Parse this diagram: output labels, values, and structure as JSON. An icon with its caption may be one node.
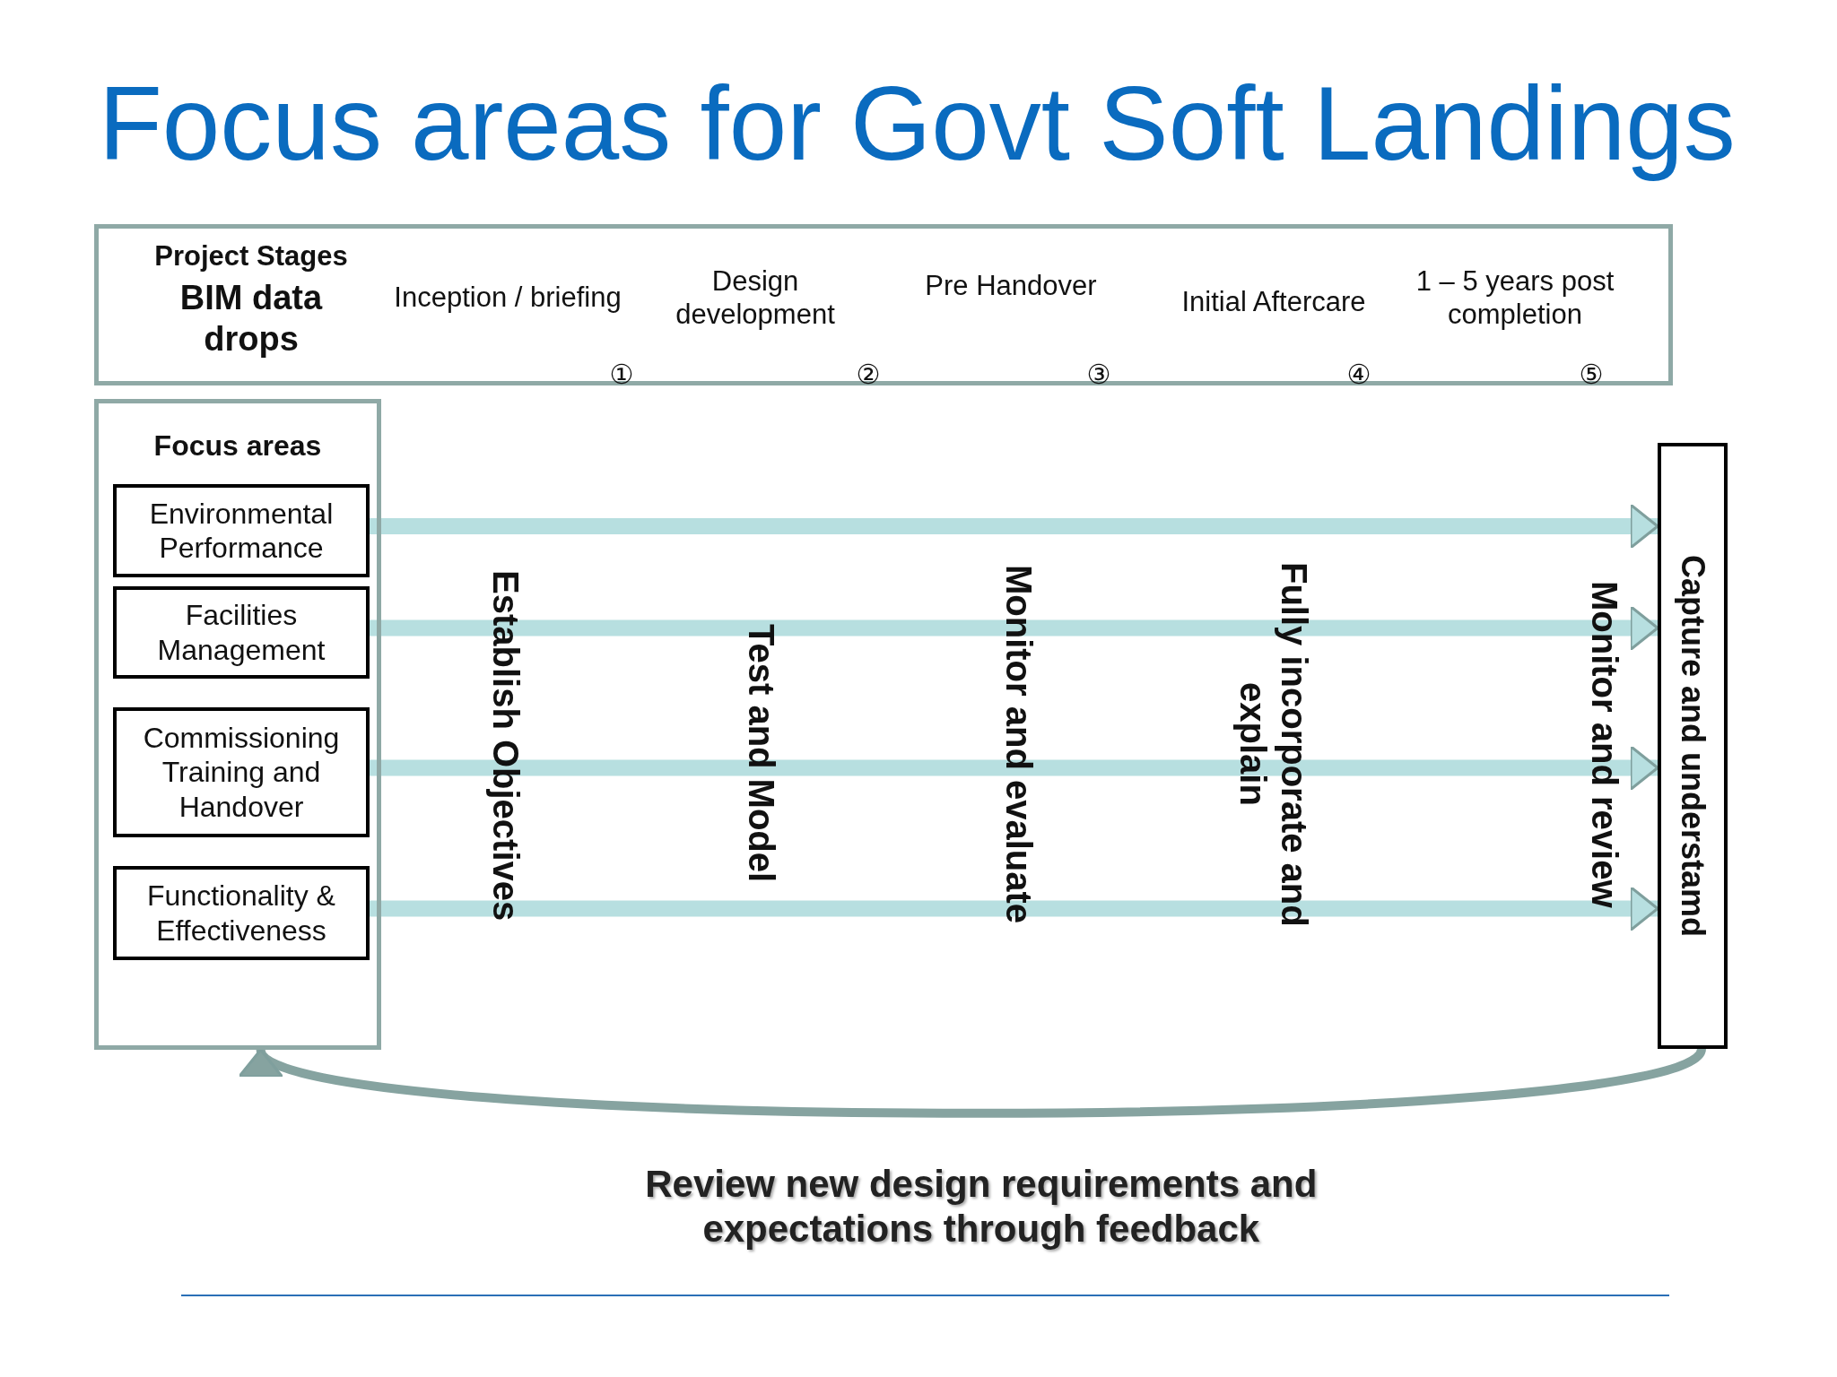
{
  "diagram": {
    "title": "Focus areas for Govt Soft Landings",
    "nodes": [
      {
        "text": [
          "Project Stages",
          "BIM data drops"
        ]
      },
      {
        "text": [
          "Focus areas"
        ]
      },
      {
        "text": [
          "Environmental Performance"
        ],
        "in": 1
      },
      {
        "text": [
          "Facilities Management"
        ],
        "in": 1
      },
      {
        "text": [
          "Commissioning Training and Handover"
        ],
        "in": 1
      },
      {
        "text": [
          "Functionality & Effectiveness"
        ],
        "in": 1
      },
      {
        "text": [
          "Capture and understamd"
        ]
      }
    ],
    "edges": [
      {
        "from": 2,
        "to": 6,
        "arrow": "to"
      },
      {
        "from": 3,
        "to": 6,
        "arrow": "to"
      },
      {
        "from": 4,
        "to": 6,
        "arrow": "to"
      },
      {
        "from": 5,
        "to": 6,
        "arrow": "to"
      },
      {
        "from": 6,
        "to": 1,
        "arrow": "to",
        "label": "Review new design requirements and expectations through feedback",
        "color": "#86a3a0"
      }
    ],
    "labels": [
      "Inception / briefing",
      "Design development",
      "Pre Handover",
      "Initial Aftercare",
      "1 – 5 years post completion",
      "①",
      "②",
      "③",
      "④",
      "⑤",
      "Establish Objectives",
      "Test and Model",
      "Monitor and evaluate",
      "Fully incorporate and explain",
      "Monitor and review"
    ]
  }
}
